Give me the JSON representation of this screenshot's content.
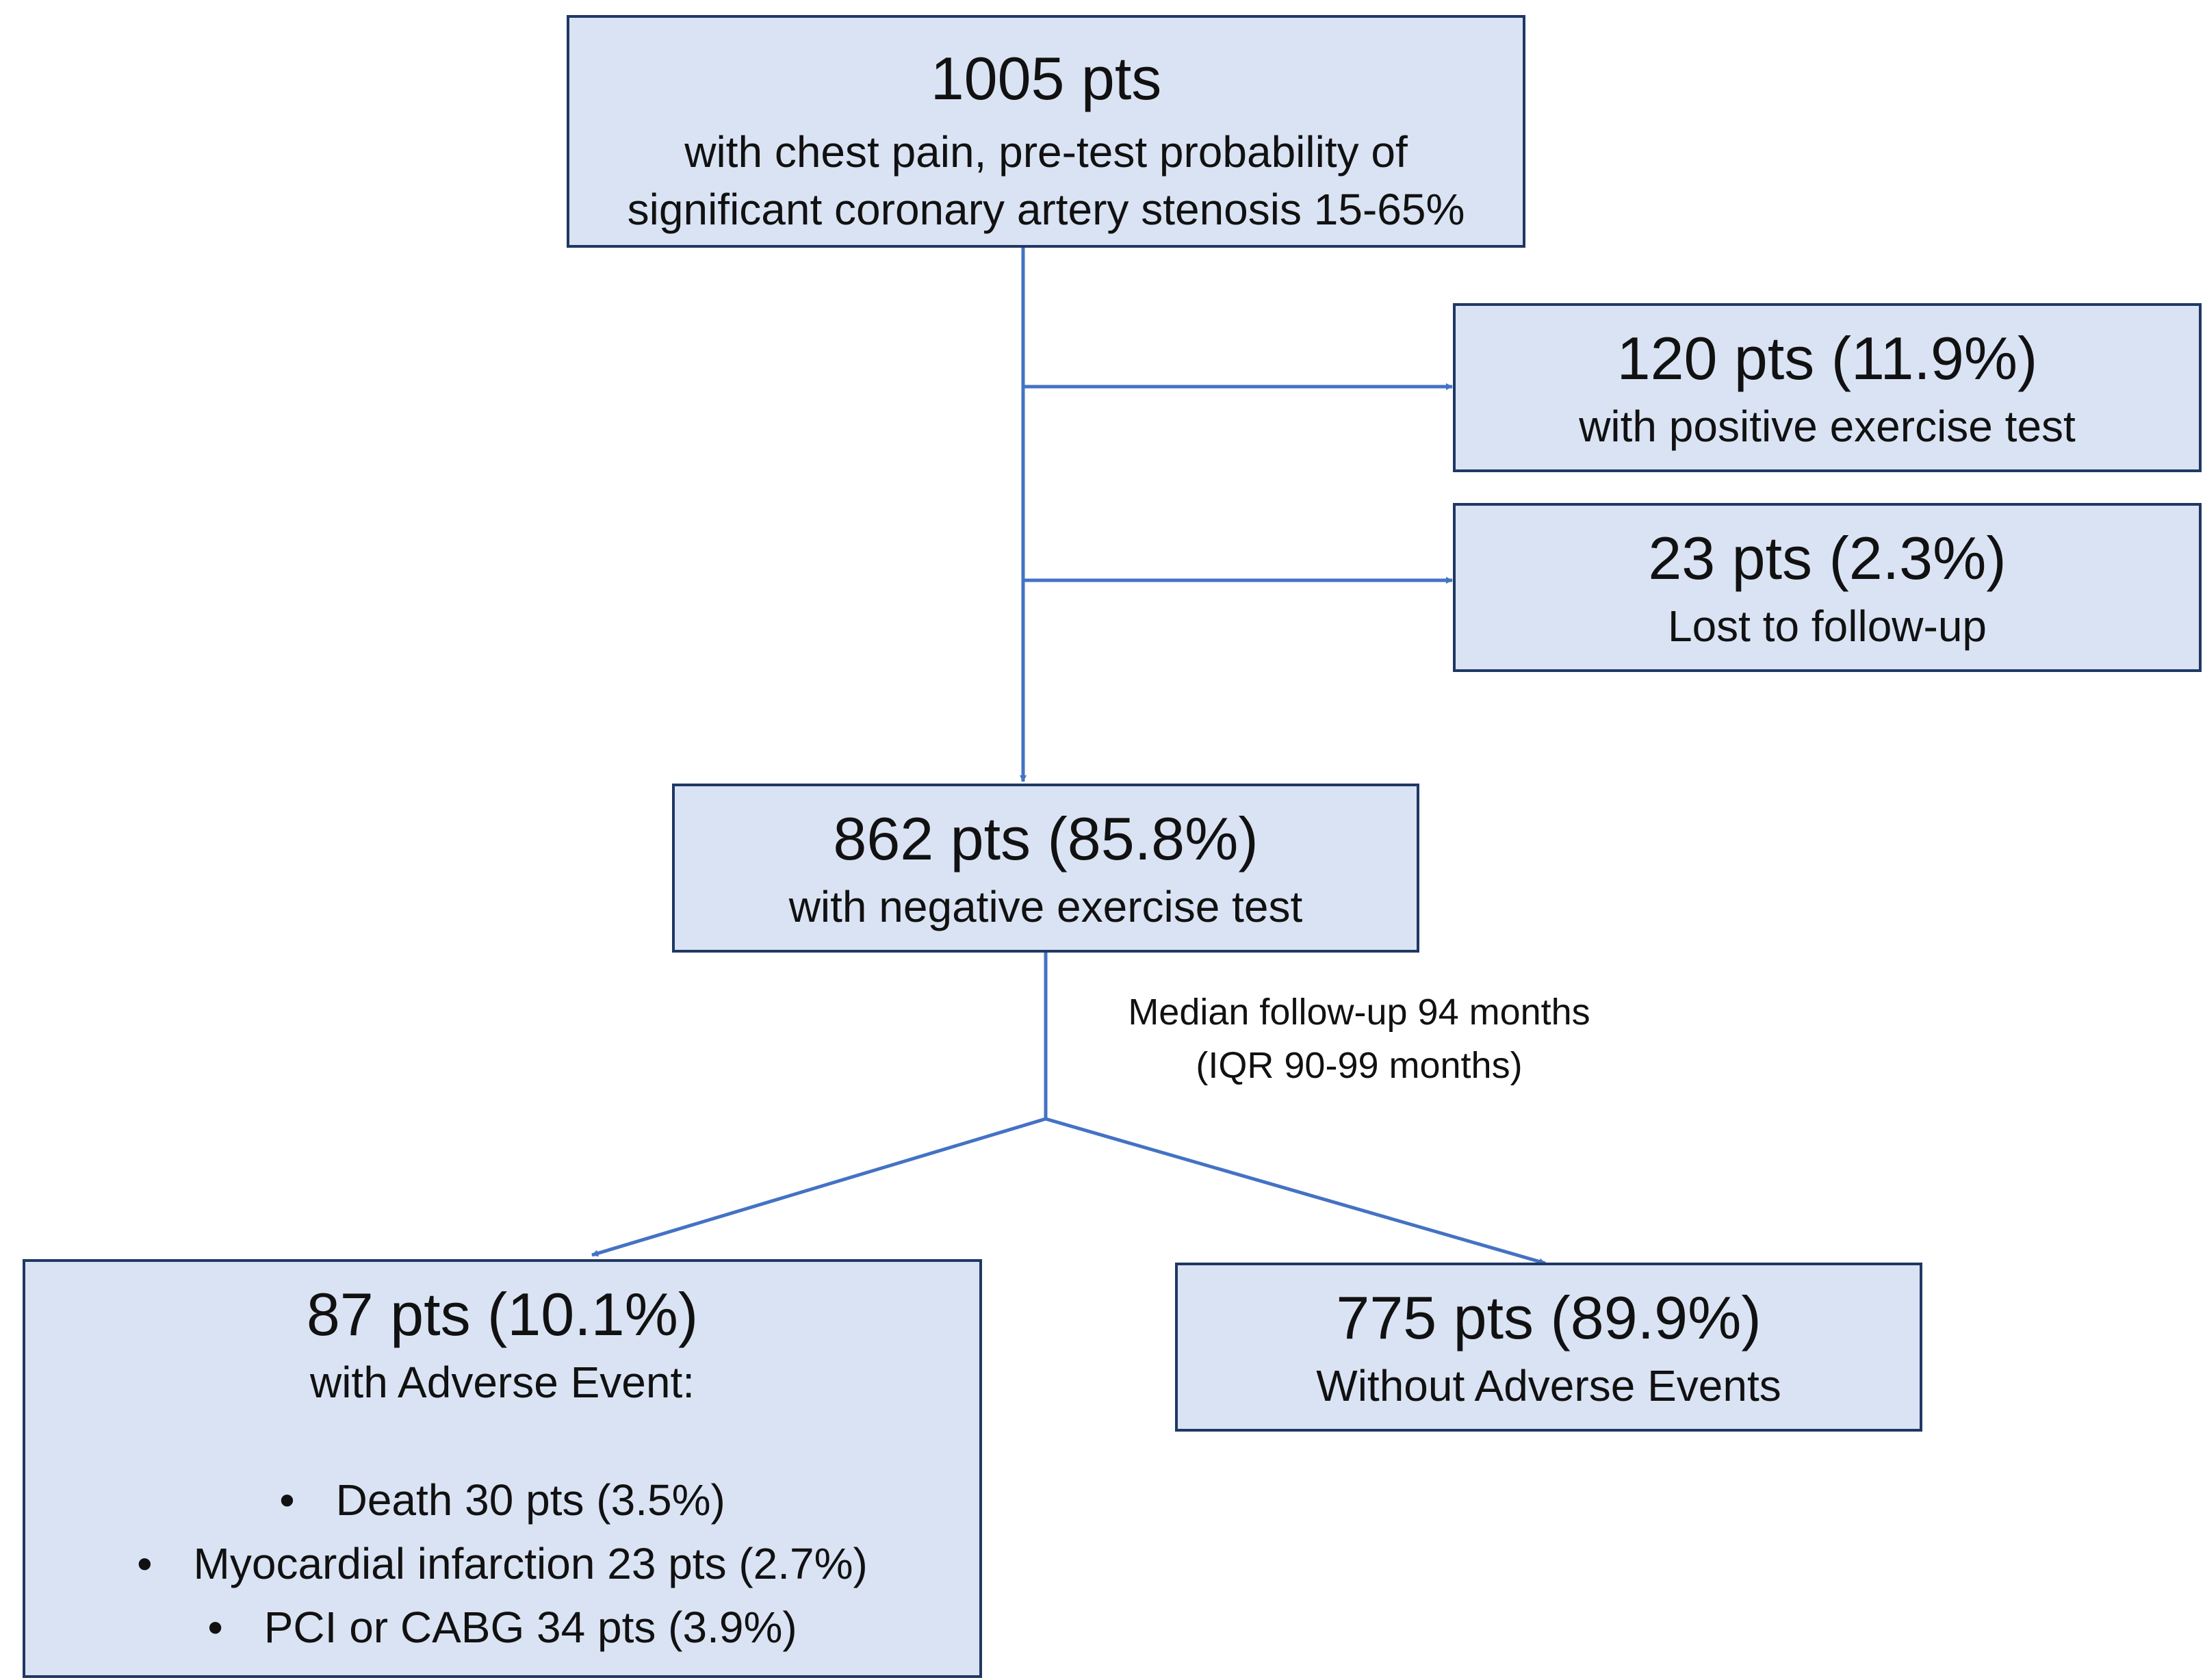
{
  "top": {
    "count": "1005 pts",
    "line1": "with chest pain, pre-test probability of",
    "line2": "significant coronary artery stenosis 15-65%"
  },
  "positive": {
    "count": "120 pts (11.9%)",
    "label": "with positive exercise test"
  },
  "lost": {
    "count": "23 pts (2.3%)",
    "label": "Lost to follow-up"
  },
  "negative": {
    "count": "862 pts (85.8%)",
    "label": "with negative exercise test"
  },
  "followup": {
    "line1": "Median follow-up 94 months",
    "line2": "(IQR 90-99 months)"
  },
  "adverse": {
    "count": "87 pts (10.1%)",
    "label": "with Adverse Event:",
    "bullet": "•",
    "items": [
      "Death 30 pts (3.5%)",
      "Myocardial infarction 23 pts (2.7%)",
      "PCI or CABG 34 pts (3.9%)"
    ]
  },
  "no_adverse": {
    "count": "775 pts (89.9%)",
    "label": "Without Adverse Events"
  },
  "colors": {
    "box_fill": "#dae3f3",
    "box_border": "#1f3864",
    "connector": "#4472c4"
  }
}
